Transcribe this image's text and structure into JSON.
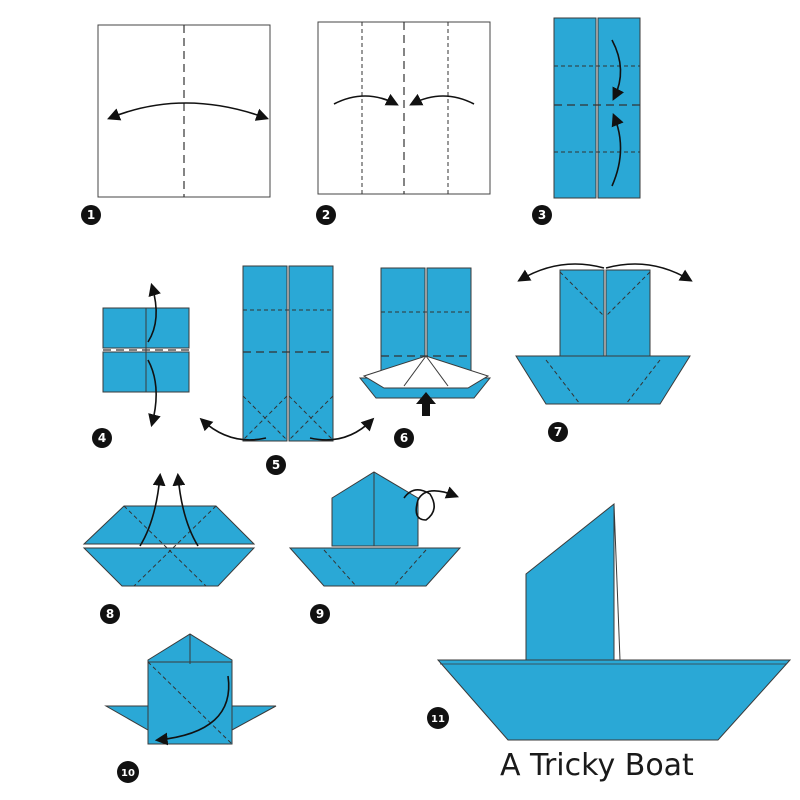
{
  "title": "A Tricky Boat",
  "colors": {
    "paper_blue": "#2aa8d6",
    "outline": "#3a3a3a",
    "badge": "#111111"
  },
  "steps": [
    {
      "number": "1"
    },
    {
      "number": "2"
    },
    {
      "number": "3"
    },
    {
      "number": "4"
    },
    {
      "number": "5"
    },
    {
      "number": "6"
    },
    {
      "number": "7"
    },
    {
      "number": "8"
    },
    {
      "number": "9"
    },
    {
      "number": "10"
    },
    {
      "number": "11"
    }
  ]
}
